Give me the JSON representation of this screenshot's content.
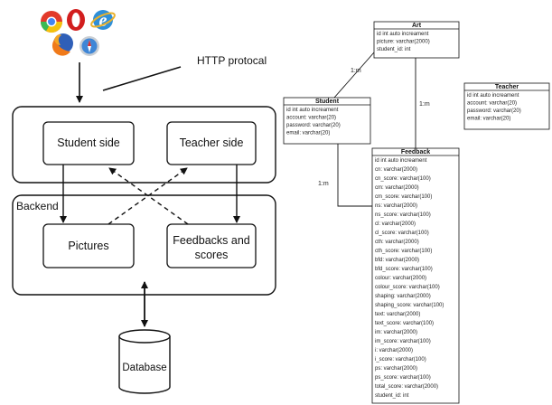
{
  "architecture": {
    "protocol_label": "HTTP protocal",
    "backend_label": "Backend",
    "student_side": "Student side",
    "teacher_side": "Teacher side",
    "pictures": "Pictures",
    "feedbacks_line1": "Feedbacks and",
    "feedbacks_line2": "scores",
    "database": "Database",
    "browser_icons": [
      "chrome-icon",
      "opera-icon",
      "ie-icon",
      "firefox-icon",
      "safari-icon"
    ]
  },
  "er": {
    "art": {
      "title": "Art",
      "fields": [
        "id int auto increament",
        "picture: varchar(2000)",
        "student_id: int"
      ]
    },
    "student": {
      "title": "Student",
      "fields": [
        "id int auto increament",
        "account: varchar(20)",
        "password: varchar(20)",
        "email: varchar(20)"
      ]
    },
    "teacher": {
      "title": "Teacher",
      "fields": [
        "id int auto increament",
        "account: varchar(20)",
        "password: varchar(20)",
        "email: varchar(20)"
      ]
    },
    "feedback": {
      "title": "Feedback",
      "fields": [
        "id int auto increament",
        "cn: varchar(2000)",
        "cn_score: varchar(100)",
        "cm: varchar(2000)",
        "cm_score: varchar(100)",
        "ns: varchar(2000)",
        "ns_score: varchar(100)",
        "cl: varchar(2000)",
        "cl_score: varchar(100)",
        "cth: varchar(2000)",
        "cth_score: varchar(100)",
        "bfd: varchar(2000)",
        "bfd_score: varchar(100)",
        "colour: varchar(2000)",
        "colour_score: varchar(100)",
        "shaping: varchar(2000)",
        "shaping_score: varchar(100)",
        "text: varchar(2000)",
        "text_score: varchar(100)",
        "im: varchar(2000)",
        "im_score: varchar(100)",
        "i: varchar(2000)",
        "i_score: varchar(100)",
        "ps: varchar(2000)",
        "ps_score: varchar(100)",
        "total_score: varchar(2000)",
        "student_id: int"
      ]
    },
    "multiplicities": {
      "student_art": "1:m",
      "art_feedback": "1:m",
      "student_feedback": "1:m"
    }
  }
}
